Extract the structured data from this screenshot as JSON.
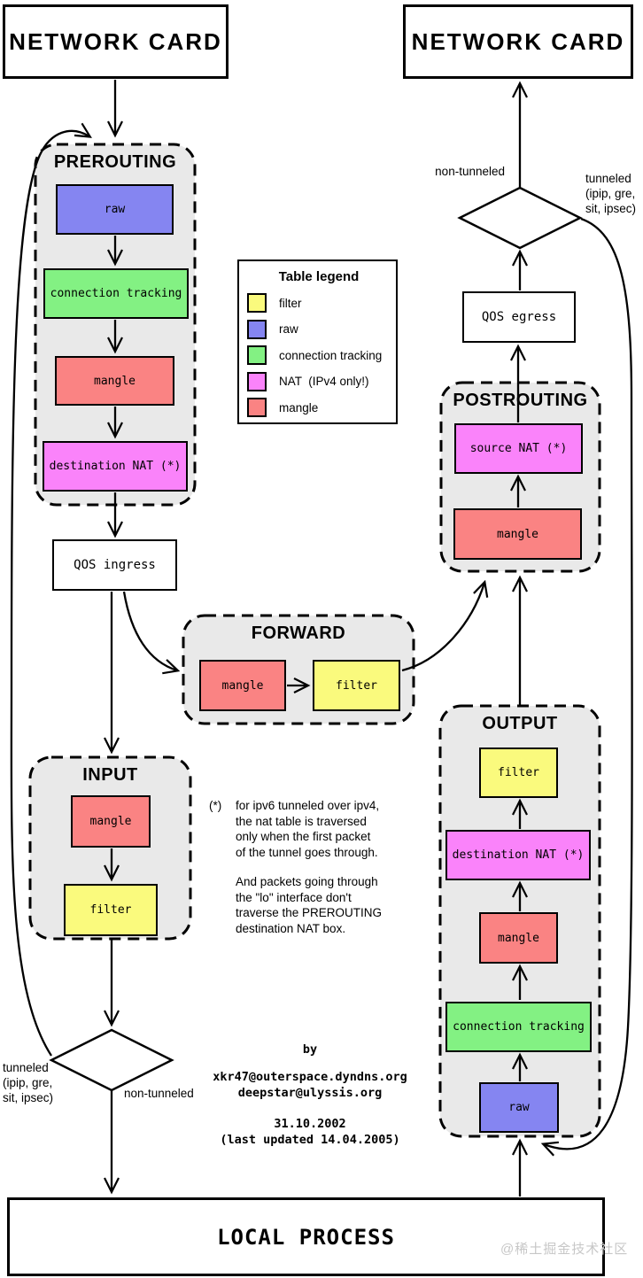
{
  "colors": {
    "filter": "#fafa7d",
    "raw": "#8585f1",
    "conntrack": "#83f183",
    "nat": "#fa83fa",
    "mangle": "#fa8383",
    "chain_bg": "#e9e9e9"
  },
  "nodes": {
    "network_card_left": "NETWORK CARD",
    "network_card_right": "NETWORK CARD",
    "qos_ingress": "QOS ingress",
    "qos_egress": "QOS egress",
    "local_process": "LOCAL PROCESS"
  },
  "chains": {
    "prerouting": {
      "title": "PREROUTING",
      "boxes": [
        {
          "label": "raw"
        },
        {
          "label": "connection tracking"
        },
        {
          "label": "mangle"
        },
        {
          "label": "destination NAT (*)"
        }
      ]
    },
    "forward": {
      "title": "FORWARD",
      "boxes": [
        {
          "label": "mangle"
        },
        {
          "label": "filter"
        }
      ]
    },
    "input": {
      "title": "INPUT",
      "boxes": [
        {
          "label": "mangle"
        },
        {
          "label": "filter"
        }
      ]
    },
    "postrouting": {
      "title": "POSTROUTING",
      "boxes": [
        {
          "label": "source NAT (*)"
        },
        {
          "label": "mangle"
        }
      ]
    },
    "output": {
      "title": "OUTPUT",
      "boxes": [
        {
          "label": "filter"
        },
        {
          "label": "destination NAT (*)"
        },
        {
          "label": "mangle"
        },
        {
          "label": "connection tracking"
        },
        {
          "label": "raw"
        }
      ]
    }
  },
  "legend": {
    "title": "Table legend",
    "items": [
      {
        "label": "filter",
        "color": "#fafa7d"
      },
      {
        "label": "raw",
        "color": "#8585f1"
      },
      {
        "label": "connection tracking",
        "color": "#83f183"
      },
      {
        "label": "NAT  (IPv4 only!)",
        "color": "#fa83fa"
      },
      {
        "label": "mangle",
        "color": "#fa8383"
      }
    ]
  },
  "branch_labels": {
    "top_non_tunneled": "non-tunneled",
    "top_tunneled": "tunneled\n(ipip, gre,\nsit, ipsec)",
    "bottom_tunneled": "tunneled\n(ipip, gre,\nsit, ipsec)",
    "bottom_non_tunneled": "non-tunneled"
  },
  "footnote": {
    "marker": "(*)",
    "para1": "for ipv6 tunneled over ipv4,\nthe nat table is traversed\nonly when the first packet\nof the tunnel goes through.",
    "para2": "And packets going through\nthe \"lo\" interface don't\ntraverse the PREROUTING\ndestination NAT box."
  },
  "credits": {
    "by": "by",
    "email1": "xkr47@outerspace.dyndns.org",
    "email2": "deepstar@ulyssis.org",
    "date": "31.10.2002",
    "updated": "(last updated 14.04.2005)"
  },
  "watermark": "@稀土掘金技术社区"
}
